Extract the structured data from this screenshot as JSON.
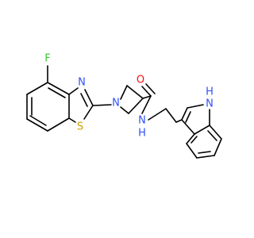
{
  "molecule": {
    "atoms": {
      "fluorine": {
        "symbol": "F",
        "color": "#33cc33"
      },
      "thiazole_n": {
        "symbol": "N",
        "color": "#3050f8"
      },
      "thiazole_s": {
        "symbol": "S",
        "color": "#c8a000"
      },
      "azetidine_n": {
        "symbol": "N",
        "color": "#3050f8"
      },
      "carbonyl_o": {
        "symbol": "O",
        "color": "#ff0d0d"
      },
      "amide_n": {
        "symbol": "N",
        "color": "#3050f8"
      },
      "amide_h": {
        "symbol": "H",
        "color": "#3050f8"
      },
      "indole_n": {
        "symbol": "N",
        "color": "#3050f8"
      },
      "indole_h": {
        "symbol": "H",
        "color": "#3050f8"
      }
    },
    "bond_color": "#000000"
  }
}
